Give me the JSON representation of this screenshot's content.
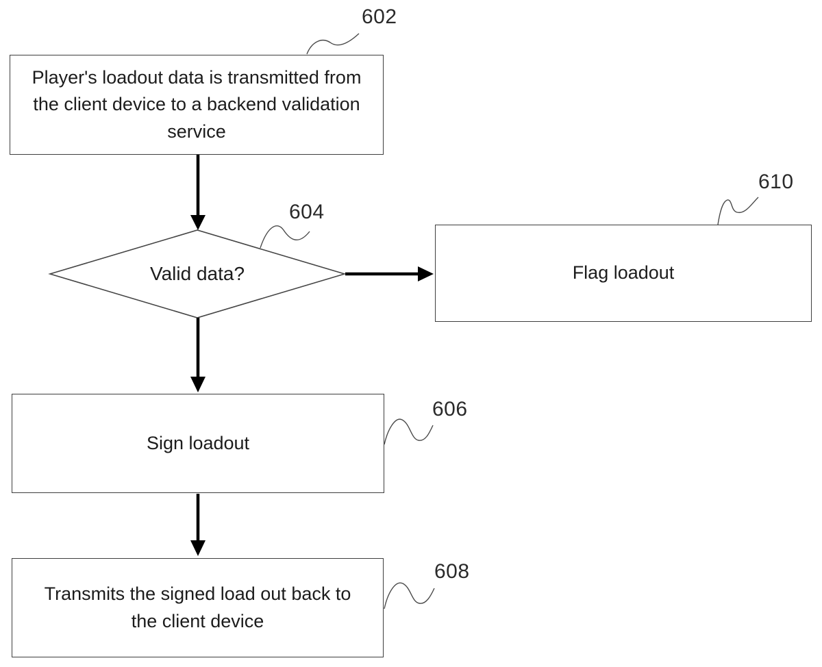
{
  "flowchart": {
    "nodes": [
      {
        "ref": "602",
        "shape": "rect",
        "label": "Player's loadout data is transmitted from the client device to a backend validation service"
      },
      {
        "ref": "604",
        "shape": "diamond",
        "label": "Valid data?"
      },
      {
        "ref": "610",
        "shape": "rect",
        "label": "Flag loadout"
      },
      {
        "ref": "606",
        "shape": "rect",
        "label": "Sign loadout"
      },
      {
        "ref": "608",
        "shape": "rect",
        "label": "Transmits the signed load out back to the client device"
      }
    ],
    "edges": [
      {
        "from": "602",
        "to": "604",
        "direction": "down"
      },
      {
        "from": "604",
        "to": "610",
        "direction": "right"
      },
      {
        "from": "604",
        "to": "606",
        "direction": "down"
      },
      {
        "from": "606",
        "to": "608",
        "direction": "down"
      }
    ],
    "colors": {
      "line": "#3d3d3d",
      "arrow": "#000000",
      "text": "#1c1c1c",
      "background": "#ffffff"
    }
  }
}
